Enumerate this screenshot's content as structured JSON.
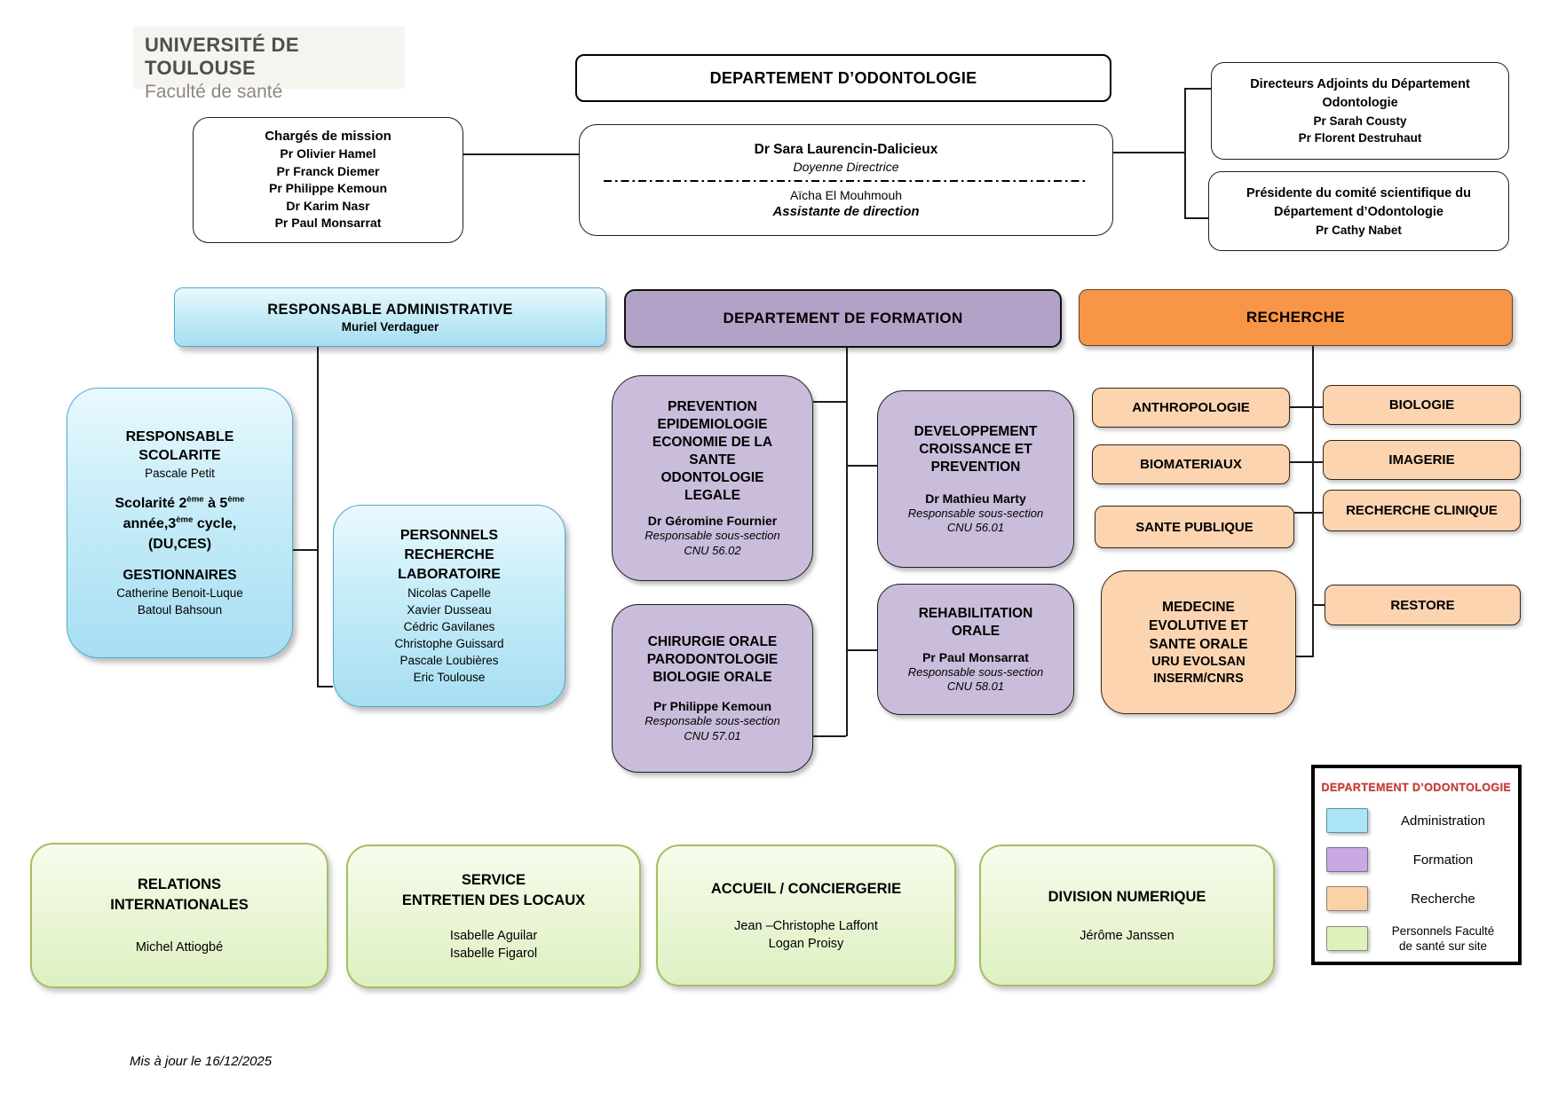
{
  "colors": {
    "administration": "#ace4f7",
    "formation_header": "#b3a2c7",
    "formation_box": "#cabddb",
    "recherche_header": "#f79646",
    "recherche_box": "#fcd4b0",
    "personnels_site": "#dff0bb",
    "legend_title_red": "#cc3b33"
  },
  "logo": {
    "line1": "UNIVERSITÉ DE TOULOUSE",
    "line2": "Faculté de santé"
  },
  "department_title": "DEPARTEMENT D’ODONTOLOGIE",
  "charges_mission": {
    "title": "Chargés de mission",
    "members": [
      "Pr Olivier Hamel",
      "Pr Franck Diemer",
      "Pr Philippe Kemoun",
      "Dr Karim Nasr",
      "Pr Paul Monsarrat"
    ]
  },
  "direction": {
    "name": "Dr Sara Laurencin-Dalicieux",
    "role": "Doyenne Directrice",
    "assistant_name": "Aïcha El Mouhmouh",
    "assistant_role": "Assistante de direction"
  },
  "directeurs_adjoints": {
    "title_lines": [
      "Directeurs Adjoints du Département",
      "Odontologie"
    ],
    "members": [
      "Pr Sarah Cousty",
      "Pr Florent Destruhaut"
    ]
  },
  "presidente_comite": {
    "title_lines": [
      "Présidente du comité scientifique du",
      "Département d’Odontologie"
    ],
    "members": [
      "Pr Cathy Nabet"
    ]
  },
  "administration": {
    "header": {
      "title": "RESPONSABLE ADMINISTRATIVE",
      "name": "Muriel Verdaguer"
    },
    "scolarite": {
      "title_lines": [
        "RESPONSABLE",
        "SCOLARITE"
      ],
      "name": "Pascale Petit",
      "detail_lines": [
        "Scolarité 2^{ème} à 5^{ème}",
        "année,3^{ème} cycle,",
        "(DU,CES)"
      ],
      "subtitle": "GESTIONNAIRES",
      "members": [
        "Catherine Benoit-Luque",
        "Batoul Bahsoun"
      ]
    },
    "personnels_labo": {
      "title_lines": [
        "PERSONNELS",
        "RECHERCHE",
        "LABORATOIRE"
      ],
      "members": [
        "Nicolas Capelle",
        "Xavier Dusseau",
        "Cédric Gavilanes",
        "Christophe Guissard",
        "Pascale Loubières",
        "Eric Toulouse"
      ]
    }
  },
  "formation": {
    "header": "DEPARTEMENT DE FORMATION",
    "prevention": {
      "title_lines": [
        "PREVENTION",
        "EPIDEMIOLOGIE",
        "ECONOMIE DE LA",
        "SANTE",
        "ODONTOLOGIE",
        "LEGALE"
      ],
      "lead": "Dr Géromine Fournier",
      "role_lines": [
        "Responsable sous-section",
        "CNU 56.02"
      ]
    },
    "developpement": {
      "title_lines": [
        "DEVELOPPEMENT",
        "CROISSANCE ET",
        "PREVENTION"
      ],
      "lead": "Dr Mathieu Marty",
      "role_lines": [
        "Responsable sous-section",
        "CNU 56.01"
      ]
    },
    "chirurgie": {
      "title_lines": [
        "CHIRURGIE ORALE",
        "PARODONTOLOGIE",
        "BIOLOGIE ORALE"
      ],
      "lead": "Pr Philippe Kemoun",
      "role_lines": [
        "Responsable sous-section",
        "CNU 57.01"
      ]
    },
    "rehabilitation": {
      "title_lines": [
        "REHABILITATION",
        "ORALE"
      ],
      "lead": "Pr Paul Monsarrat",
      "role_lines": [
        "Responsable sous-section",
        "CNU 58.01"
      ]
    }
  },
  "recherche": {
    "header": "RECHERCHE",
    "units_left": [
      "ANTHROPOLOGIE",
      "BIOMATERIAUX",
      "SANTE PUBLIQUE"
    ],
    "units_right": [
      "BIOLOGIE",
      "IMAGERIE",
      "RECHERCHE CLINIQUE",
      "RESTORE"
    ],
    "medecine": {
      "title_lines": [
        "MEDECINE",
        "EVOLUTIVE ET",
        "SANTE ORALE"
      ],
      "sub_lines": [
        "URU EVOLSAN",
        "INSERM/CNRS"
      ]
    }
  },
  "services": [
    {
      "title_lines": [
        "RELATIONS",
        "INTERNATIONALES"
      ],
      "members": [
        "Michel Attiogbé"
      ]
    },
    {
      "title_lines": [
        "SERVICE",
        "ENTRETIEN DES LOCAUX"
      ],
      "members": [
        "Isabelle Aguilar",
        "Isabelle Figarol"
      ]
    },
    {
      "title_lines": [
        "ACCUEIL / CONCIERGERIE"
      ],
      "members": [
        "Jean –Christophe Laffont",
        "Logan Proisy"
      ]
    },
    {
      "title_lines": [
        "DIVISION NUMERIQUE"
      ],
      "members": [
        "Jérôme Janssen"
      ]
    }
  ],
  "legend": {
    "title": "DEPARTEMENT D’ODONTOLOGIE",
    "items": [
      {
        "label_lines": [
          "Administration"
        ],
        "color": "#ace4f7"
      },
      {
        "label_lines": [
          "Formation"
        ],
        "color": "#c9a9e1"
      },
      {
        "label_lines": [
          "Recherche"
        ],
        "color": "#fbd1a6"
      },
      {
        "label_lines": [
          "Personnels Faculté",
          "de santé sur site"
        ],
        "color": "#dff0bb"
      }
    ]
  },
  "footer": {
    "updated": "Mis à jour le 16/12/2025"
  }
}
